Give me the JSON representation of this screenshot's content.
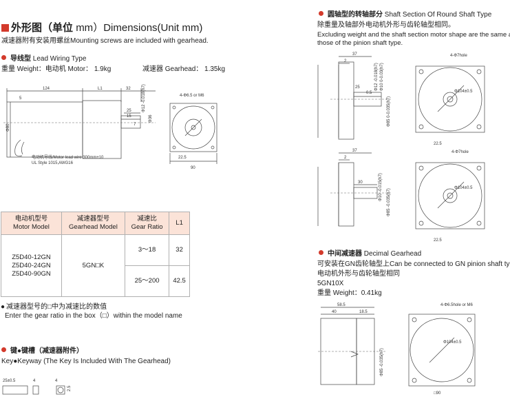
{
  "left": {
    "title_cn": "外形图（单位",
    "title_mm": "mm",
    "title_en": "）Dimensions(Unit mm)",
    "subtitle": "减速器附有安装用螺丝Mounting screws are included with gearhead.",
    "lead_cn": "导线型",
    "lead_en": "Lead Wiring Type",
    "weight_motor": "重量 Weight：电动机 Motor： 1.9kg",
    "weight_gear": "减速器 Gearhead： 1.35kg",
    "drawing1": {
      "dim_124": "124",
      "dim_l1": "L1",
      "dim_32": "32",
      "dim_5": "5",
      "dim_25": "25",
      "dim_15": "15",
      "dim_7": "7",
      "dim_phi80": "Φ80",
      "dim_phi12": "Φ12 -0.018(h7)",
      "dim_phi36": "Φ36",
      "lead_note1": "电动机导线/Motor lead wire 300mm±10",
      "lead_note2": "UL Style 1015,AWG16",
      "hole": "4-Φ6.5 or M6",
      "dim_225": "22.5",
      "dim_90": "90"
    },
    "table": {
      "headers": [
        {
          "cn": "电动机型号",
          "en": "Motor Model"
        },
        {
          "cn": "减速器型号",
          "en": "Gearhead Model"
        },
        {
          "cn": "减速比",
          "en": "Gear Ratio"
        },
        {
          "cn": "L1",
          "en": ""
        }
      ],
      "motor_models": [
        "Z5D40-12GN",
        "Z5D40-24GN",
        "Z5D40-90GN"
      ],
      "gear_model": "5GN□K",
      "rows": [
        {
          "ratio": "3～18",
          "l1": "32"
        },
        {
          "ratio": "25～200",
          "l1": "42.5"
        }
      ]
    },
    "note_cn": "减速器型号的□中为减速比的数值",
    "note_en": "Enter the gear ratio in the box（□）within the model name",
    "key_cn": "键●键槽（减速器附件）",
    "key_en": "Key●Keyway (The Key Is Included  With The Gearhead)",
    "key_dims": {
      "len": "25±0.5",
      "w": "4",
      "w2": "4",
      "h": "2.5"
    }
  },
  "right": {
    "round_cn": "圆轴型的转轴部分",
    "round_en": "Shaft Section Of Round Shaft Type",
    "round_desc_cn": "除重量及轴部外电动机外形与齿轮轴型相同。",
    "round_desc_en1": "Excluding weight and the shaft section motor shape are the same as",
    "round_desc_en2": "those of the pinion shaft type.",
    "drawing_a": {
      "d37": "37",
      "d2": "2",
      "d25": "25",
      "d05": "0.5",
      "phi12": "Φ12 -0.018(h7)",
      "phi10": "Φ10 0-0.03(h7)",
      "phi85": "Φ85 0-0.035(h7)",
      "hole": "4-Φ7hole",
      "pcd": "Φ104±0.5",
      "d225": "22.5"
    },
    "drawing_b": {
      "d37": "37",
      "d2": "2",
      "d30": "30",
      "phi10": "Φ10 -0.015(h7)",
      "phi85": "Φ85 -0.035(h7)",
      "hole": "4-Φ7hole",
      "pcd": "Φ104±0.5",
      "d225": "22.5"
    },
    "dec_cn": "中间减速器",
    "dec_en": "Decimal Gearhead",
    "dec_desc1": "可安装在GN齿轮轴型上Can be connected to GN pinion shaft type",
    "dec_desc2": "电动机外形与齿轮轴型相同",
    "dec_model": "5GN10X",
    "dec_weight": "重量 Weight：0.41kg",
    "drawing_c": {
      "d585": "58.5",
      "d40": "40",
      "d185": "18.5",
      "phi85": "Φ85 -0.035(h7)",
      "hole": "4-Φ6.5hole or M6",
      "pcd": "Φ104±0.5",
      "d90": "□90"
    }
  },
  "colors": {
    "accent": "#d33a2c",
    "table_head": "#fbe3d8"
  }
}
